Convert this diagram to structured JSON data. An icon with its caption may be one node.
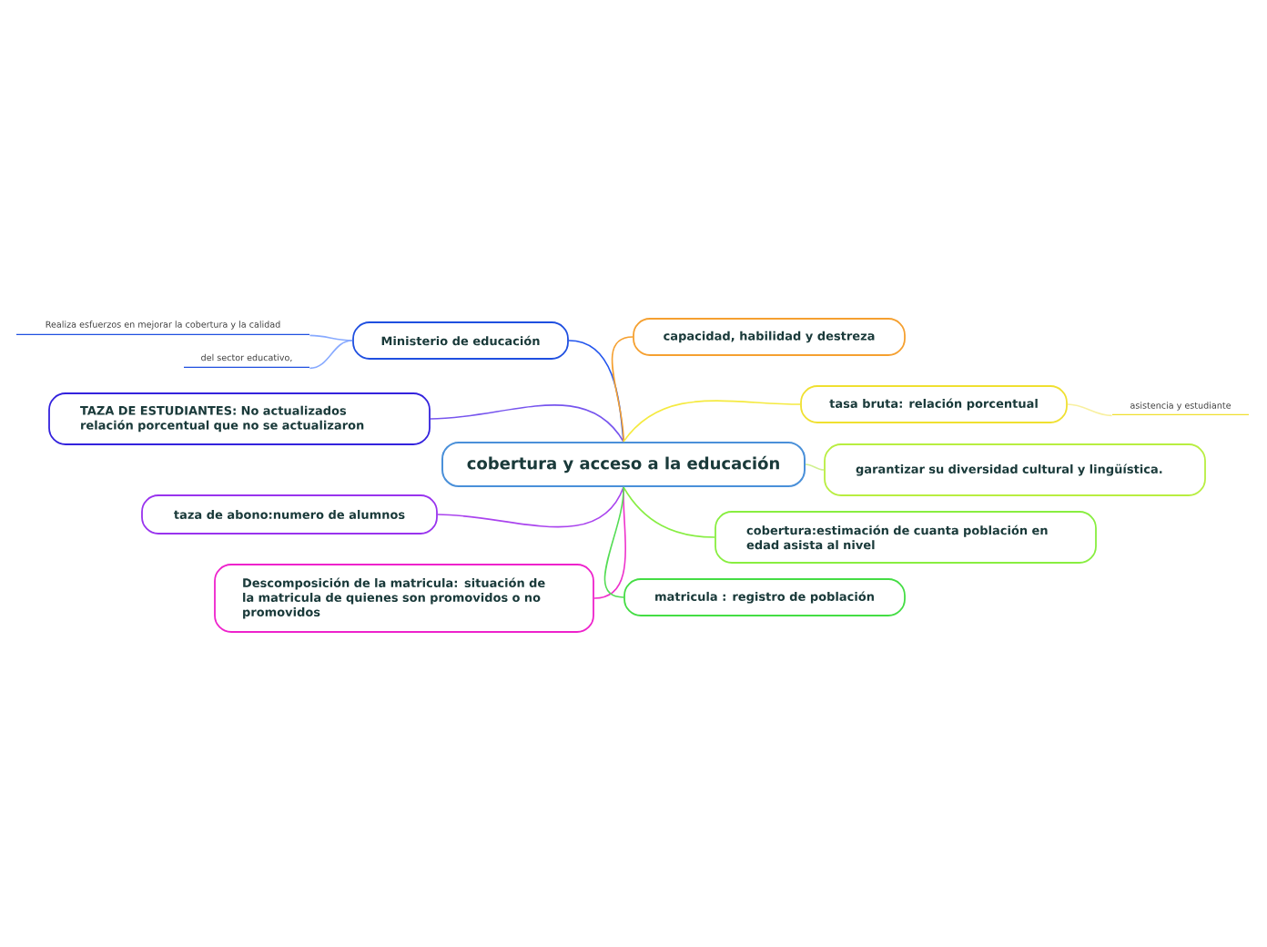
{
  "diagram": {
    "nodes": [
      {
        "text": [
          "cobertura y acceso a la educación"
        ]
      },
      {
        "text": [
          "Ministerio de educación"
        ]
      },
      {
        "text": [
          "Realiza esfuerzos en mejorar la cobertura y la calidad"
        ]
      },
      {
        "text": [
          "del sector educativo,"
        ]
      },
      {
        "text": [
          "TAZA DE ESTUDIANTES: No actualizados relación porcentual que no se actualizaron"
        ]
      },
      {
        "text": [
          "taza de abono:numero de alumnos"
        ]
      },
      {
        "text": [
          "Descomposición de la matricula: situación de la matricula de quienes son promovidos o no promovidos"
        ]
      },
      {
        "text": [
          "capacidad, habilidad y destreza"
        ]
      },
      {
        "text": [
          "tasa bruta: relación porcentual"
        ]
      },
      {
        "text": [
          "asistencia y estudiante"
        ]
      },
      {
        "text": [
          "garantizar  su diversidad cultural y lingüística."
        ]
      },
      {
        "text": [
          "cobertura:estimación de cuanta población en edad asista al nivel"
        ]
      },
      {
        "text": [
          "matricula : registro de población"
        ]
      }
    ],
    "edges": [
      {
        "from": 0,
        "to": 1,
        "arrow": "none",
        "color": "#2255ee"
      },
      {
        "from": 1,
        "to": 2,
        "arrow": "none",
        "color": "#88aaff"
      },
      {
        "from": 1,
        "to": 3,
        "arrow": "none",
        "color": "#88aaff"
      },
      {
        "from": 0,
        "to": 4,
        "arrow": "none",
        "color": "#7755ee"
      },
      {
        "from": 0,
        "to": 5,
        "arrow": "none",
        "color": "#aa44ee"
      },
      {
        "from": 0,
        "to": 6,
        "arrow": "none",
        "color": "#ee33cc"
      },
      {
        "from": 0,
        "to": 7,
        "arrow": "none",
        "color": "#f5a030"
      },
      {
        "from": 0,
        "to": 8,
        "arrow": "none",
        "color": "#f5ea40"
      },
      {
        "from": 8,
        "to": 9,
        "arrow": "none",
        "color": "#f8f0a0"
      },
      {
        "from": 0,
        "to": 10,
        "arrow": "none",
        "color": "#d0f090"
      },
      {
        "from": 0,
        "to": 11,
        "arrow": "none",
        "color": "#88ee44"
      },
      {
        "from": 0,
        "to": 12,
        "arrow": "none",
        "color": "#55dd55"
      }
    ]
  }
}
